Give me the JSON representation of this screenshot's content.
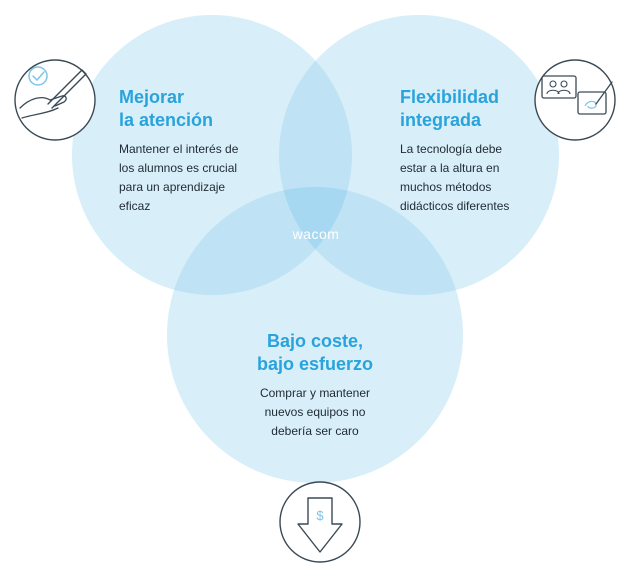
{
  "colors": {
    "circle_fill": "#d8eef9",
    "overlap_fill": "#a6d8f1",
    "accent": "#29a3dc",
    "icon_stroke": "#3a4a55"
  },
  "brand": "wacom",
  "circles": [
    {
      "id": "attention",
      "title_line1": "Mejorar",
      "title_line2": "la atención",
      "desc_line1": "Mantener el interés de",
      "desc_line2": "los alumnos es crucial",
      "desc_line3": "para un aprendizaje",
      "desc_line4": "eficaz",
      "icon": "hand-pen-check-icon"
    },
    {
      "id": "flexibility",
      "title_line1": "Flexibilidad",
      "title_line2": "integrada",
      "desc_line1": "La tecnología debe",
      "desc_line2": "estar a la altura en",
      "desc_line3": "muchos métodos",
      "desc_line4": "didácticos diferentes",
      "icon": "screen-tablet-icon"
    },
    {
      "id": "cost",
      "title_line1": "Bajo coste,",
      "title_line2": "bajo esfuerzo",
      "desc_line1": "Comprar y mantener",
      "desc_line2": "nuevos equipos no",
      "desc_line3": "debería ser caro",
      "icon": "dollar-down-arrow-icon"
    }
  ]
}
